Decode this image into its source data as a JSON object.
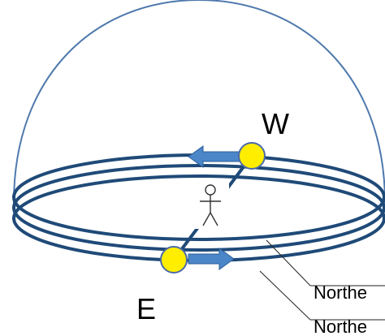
{
  "labels": {
    "west": "W",
    "east": "E",
    "leader_upper": "Northe",
    "leader_lower": "Northe"
  },
  "colors": {
    "dome": "#4f79ad",
    "rings": "#1f4a78",
    "sun_fill": "#ffee00",
    "sun_stroke": "#4a6aa8",
    "arrow": "#4a86c8",
    "axis": "#1f4a78",
    "figure": "#333333",
    "background": "#ffffff"
  },
  "icons": {
    "figure": "stick-figure-icon",
    "sun": "sun-circle-icon",
    "arrow_west": "arrow-left-icon",
    "arrow_east": "arrow-right-icon"
  }
}
